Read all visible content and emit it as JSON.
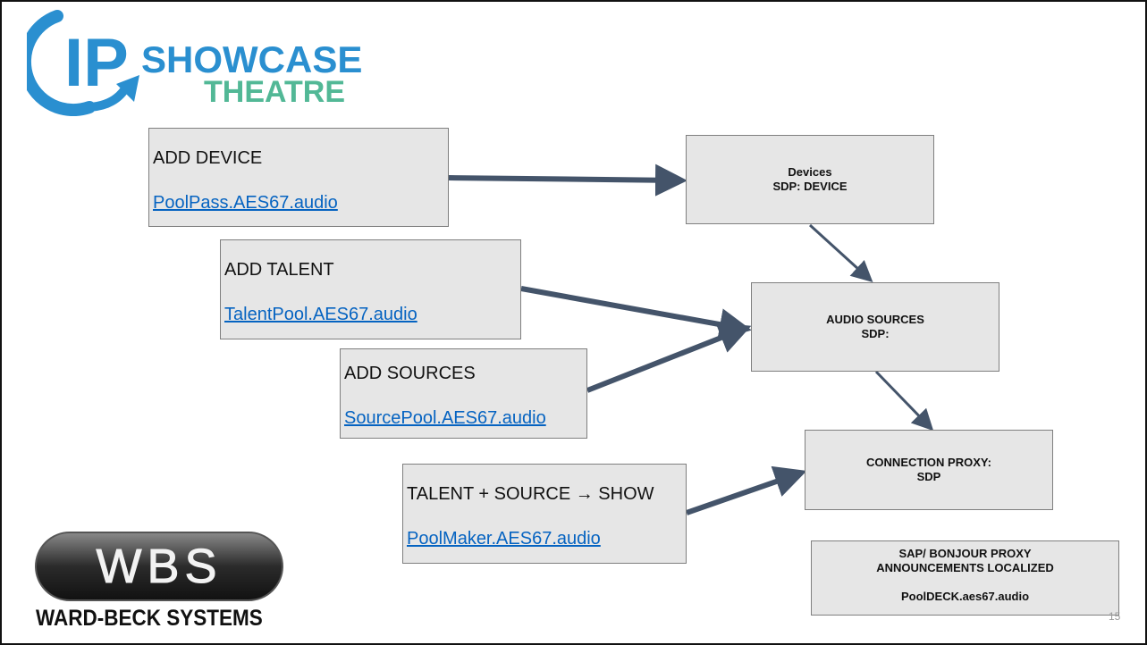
{
  "logo": {
    "ip": "IP",
    "line1": "SHOWCASE",
    "line2": "THEATRE"
  },
  "boxes": {
    "add_device": {
      "title": "ADD DEVICE",
      "link": "PoolPass.AES67.audio"
    },
    "add_talent": {
      "title": "ADD TALENT",
      "link": "TalentPool.AES67.audio"
    },
    "add_sources": {
      "title": "ADD SOURCES",
      "link": "SourcePool.AES67.audio"
    },
    "show": {
      "title": "TALENT + SOURCE → SHOW",
      "link": "PoolMaker.AES67.audio"
    },
    "devices": {
      "line1": "Devices",
      "line2": "SDP: DEVICE"
    },
    "audio_sources": {
      "line1": "AUDIO SOURCES",
      "line2": "SDP:"
    },
    "connection_proxy": {
      "line1": "CONNECTION PROXY:",
      "line2": "SDP"
    },
    "sap_proxy": {
      "line1": "SAP/ BONJOUR PROXY",
      "line2": "ANNOUNCEMENTS LOCALIZED",
      "line3": "PoolDECK.aes67.audio"
    }
  },
  "brand": {
    "mark": "WBS",
    "name": "WARD-BECK SYSTEMS"
  },
  "page_number": "15",
  "colors": {
    "arrow": "#44546a",
    "logo_blue": "#2a8fd0",
    "logo_green": "#52b896",
    "link": "#0563c1",
    "box_fill": "#e6e6e6"
  }
}
